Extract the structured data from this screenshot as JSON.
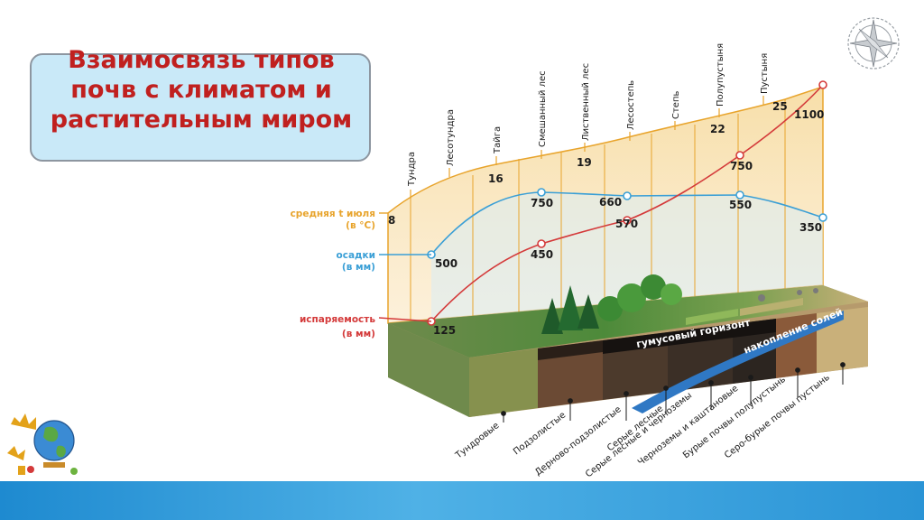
{
  "title": "Взаимосвязь типов почв с климатом и растительным миром",
  "zones": [
    "Тундра",
    "Лесотундра",
    "Тайга",
    "Смешанный лес",
    "Лиственный лес",
    "Лесостепь",
    "Степь",
    "Полупустыня",
    "Пустыня"
  ],
  "legend": {
    "temperature": "средняя t июля",
    "temperature_unit": "(в °C)",
    "precipitation": "осадки",
    "precipitation_unit": "(в мм)",
    "evaporation": "испаряемость",
    "evaporation_unit": "(в мм)"
  },
  "temperature_values": [
    "8",
    "16",
    "19",
    "22",
    "25"
  ],
  "precipitation_values": [
    "500",
    "750",
    "660",
    "550",
    "350"
  ],
  "evaporation_values": [
    "125",
    "450",
    "570",
    "750",
    "1100"
  ],
  "horizons": {
    "humus": "гумусовый горизонт",
    "salts": "накопление солей"
  },
  "soils": [
    "Тундровые",
    "Подзолистые",
    "Дерново-подзолистые",
    "Серые лесные",
    "Серые лесные и черноземы",
    "Черноземы и каштановые",
    "Бурые почвы полупустынь",
    "Серо-бурые почвы пустынь"
  ],
  "colors": {
    "title": "#c0201f",
    "temperature": "#e8a42c",
    "precipitation": "#3a9fd6",
    "evaporation": "#d43a3a"
  }
}
